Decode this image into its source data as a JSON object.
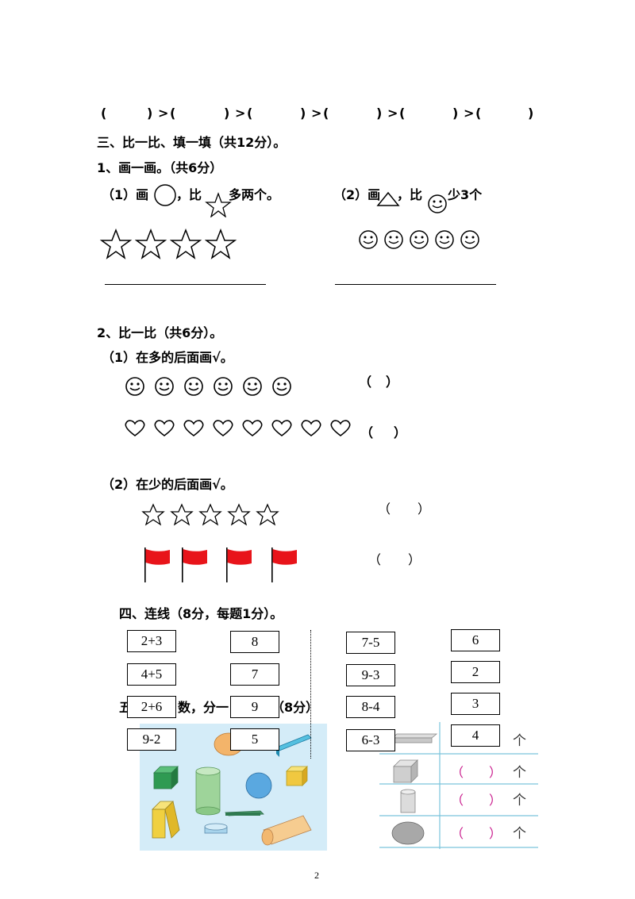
{
  "top_row": {
    "parens": [
      "(",
      ")",
      ">",
      "(",
      ")",
      ">",
      "(",
      ")",
      ">",
      "(",
      ")",
      ">",
      "(",
      ")",
      ">",
      "(",
      ")"
    ]
  },
  "section3": {
    "heading": "三、比一比、填一填（共12分）。",
    "sub1": {
      "heading": "1、画一画。（共6分）",
      "q1_label": "（1）画",
      "q1_mid": "，比",
      "q1_tail": "多两个。",
      "q2_label": "（2）画",
      "q2_mid": "，比",
      "q2_tail": "少3个"
    },
    "sub2": {
      "heading": "2、比一比（共6分）。",
      "q1": "（1）在多的后面画√。",
      "q2": "（2）在少的后面画√。"
    }
  },
  "section4": {
    "heading": "四、连线（8分，每题1分）。",
    "col1": [
      "2+3",
      "4+5",
      "2+6",
      "9-2"
    ],
    "col2": [
      "8",
      "7",
      "9",
      "5"
    ],
    "col3": [
      "7-5",
      "9-3",
      "8-4",
      "6-3"
    ],
    "col4": [
      "6",
      "2",
      "3",
      "4"
    ]
  },
  "section5": {
    "heading_start": "五",
    "heading_mid": "数，分一",
    "heading_end": "（8分）",
    "unit": "个",
    "paren_open": "（",
    "paren_close": "）"
  },
  "blank_parens": {
    "open": "（",
    "close": "）"
  },
  "page_number": "2",
  "colors": {
    "flag": "#e8141a",
    "panel": "#d4ecf8",
    "table_line": "#7ac4dc",
    "paren": "#c8198b"
  }
}
